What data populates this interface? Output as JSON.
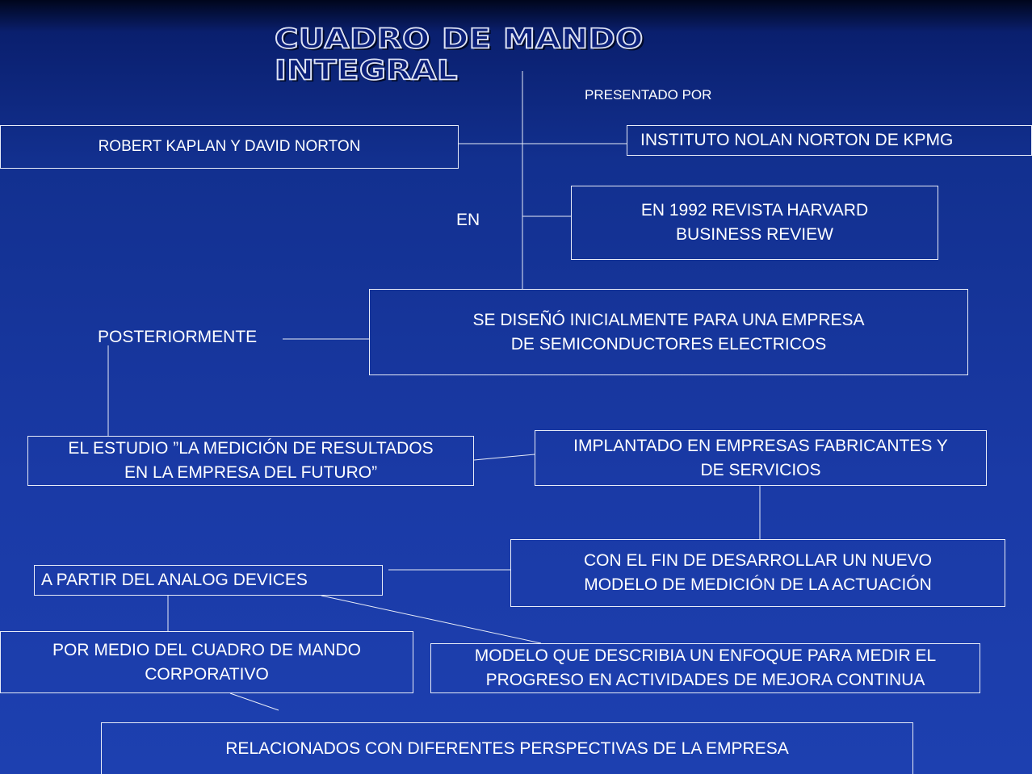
{
  "title": "CUADRO DE MANDO INTEGRAL",
  "labels": {
    "presentado_por": "PRESENTADO POR",
    "en": "EN",
    "posteriormente": "POSTERIORMENTE"
  },
  "boxes": {
    "authors": "ROBERT KAPLAN Y DAVID NORTON",
    "institute": "INSTITUTO NOLAN NORTON DE KPMG",
    "harvard_line1": "EN 1992 REVISTA  HARVARD",
    "harvard_line2": "BUSINESS REVIEW",
    "designed_line1": "SE  DISEÑÓ  INICIALMENTE  PARA UNA EMPRESA",
    "designed_line2": "DE SEMICONDUCTORES ELECTRICOS",
    "study_line1": "EL ESTUDIO ”LA MEDICIÓN DE RESULTADOS",
    "study_line2": "EN LA EMPRESA DEL FUTURO”",
    "implanted_line1": "IMPLANTADO EN EMPRESAS FABRICANTES Y",
    "implanted_line2": "DE SERVICIOS",
    "purpose_line1": "CON EL FIN DE  DESARROLLAR UN NUEVO",
    "purpose_line2": "MODELO DE MEDICIÓN DE  LA ACTUACIÓN",
    "analog": "A PARTIR DEL  ANALOG DEVICES",
    "corporate_line1": "POR MEDIO DEL CUADRO DE MANDO",
    "corporate_line2": "CORPORATIVO",
    "model_line1": "MODELO QUE DESCRIBIA UN ENFOQUE PARA  MEDIR EL",
    "model_line2": "PROGRESO EN ACTIVIDADES DE MEJORA CONTINUA",
    "perspectives": "RELACIONADOS CON DIFERENTES PERSPECTIVAS DE LA EMPRESA"
  },
  "colors": {
    "background_top": "#00061c",
    "background_main": "#1a3aa6",
    "line": "#e8ecf8",
    "text": "#ffffff"
  }
}
